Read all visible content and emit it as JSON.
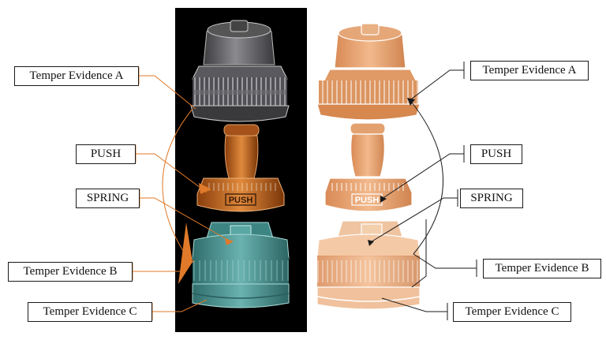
{
  "labels": {
    "left_temper_a": "Temper Evidence A",
    "left_push": "PUSH",
    "left_spring": "SPRING",
    "left_temper_b": "Temper Evidence B",
    "left_temper_c": "Temper Evidence C",
    "right_temper_a": "Temper Evidence A",
    "right_push": "PUSH",
    "right_spring": "SPRING",
    "right_temper_b": "Temper Evidence B",
    "right_temper_c": "Temper Evidence C"
  },
  "part_engravings": {
    "left_push_text": "PUSH",
    "right_push_text": "PUSH"
  },
  "colors": {
    "left_panel_bg": "#000000",
    "cap_gray": "#6e6e72",
    "push_orange": "#c9681e",
    "base_teal": "#4f9a98",
    "right_part_orange": "#dc9a6a",
    "leader_orange": "#e07a2a",
    "leader_black": "#1a1a1a"
  }
}
